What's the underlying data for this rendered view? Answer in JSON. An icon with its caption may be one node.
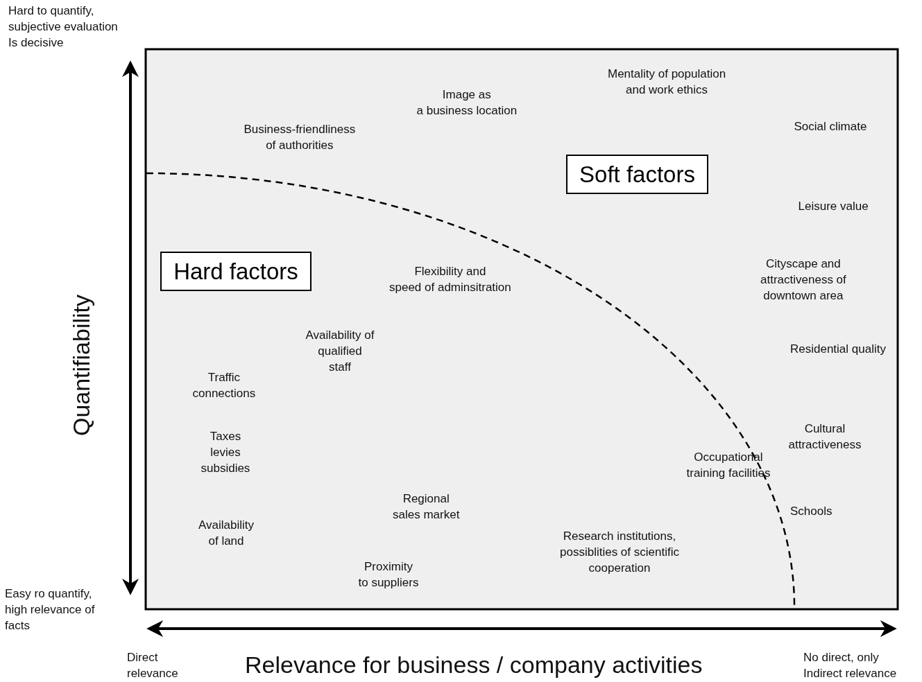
{
  "diagram": {
    "nodes": [
      {
        "text": [
          "Soft factors"
        ]
      },
      {
        "text": [
          "Hard factors"
        ]
      }
    ],
    "labels": [
      "Hard to quantify, subjective evaluation Is decisive",
      "Mentality of population and work ethics",
      "Image as a business location",
      "Business-friendliness of authorities",
      "Social climate",
      "Leisure value",
      "Quantifiability",
      "Flexibility and speed of adminsitration",
      "Cityscape and attractiveness of downtown area",
      "Availability of qualified staff",
      "Residential quality",
      "Traffic connections",
      "Cultural attractiveness",
      "Taxes levies subsidies",
      "Occupational training facilities",
      "Regional sales market",
      "Schools",
      "Availability of land",
      "Research institutions, possiblities of scientific cooperation",
      "Proximity to suppliers",
      "Easy ro quantify, high relevance of facts",
      "Direct relevance",
      "Relevance for business / company activities",
      "No direct, only Indirect relevance"
    ]
  }
}
